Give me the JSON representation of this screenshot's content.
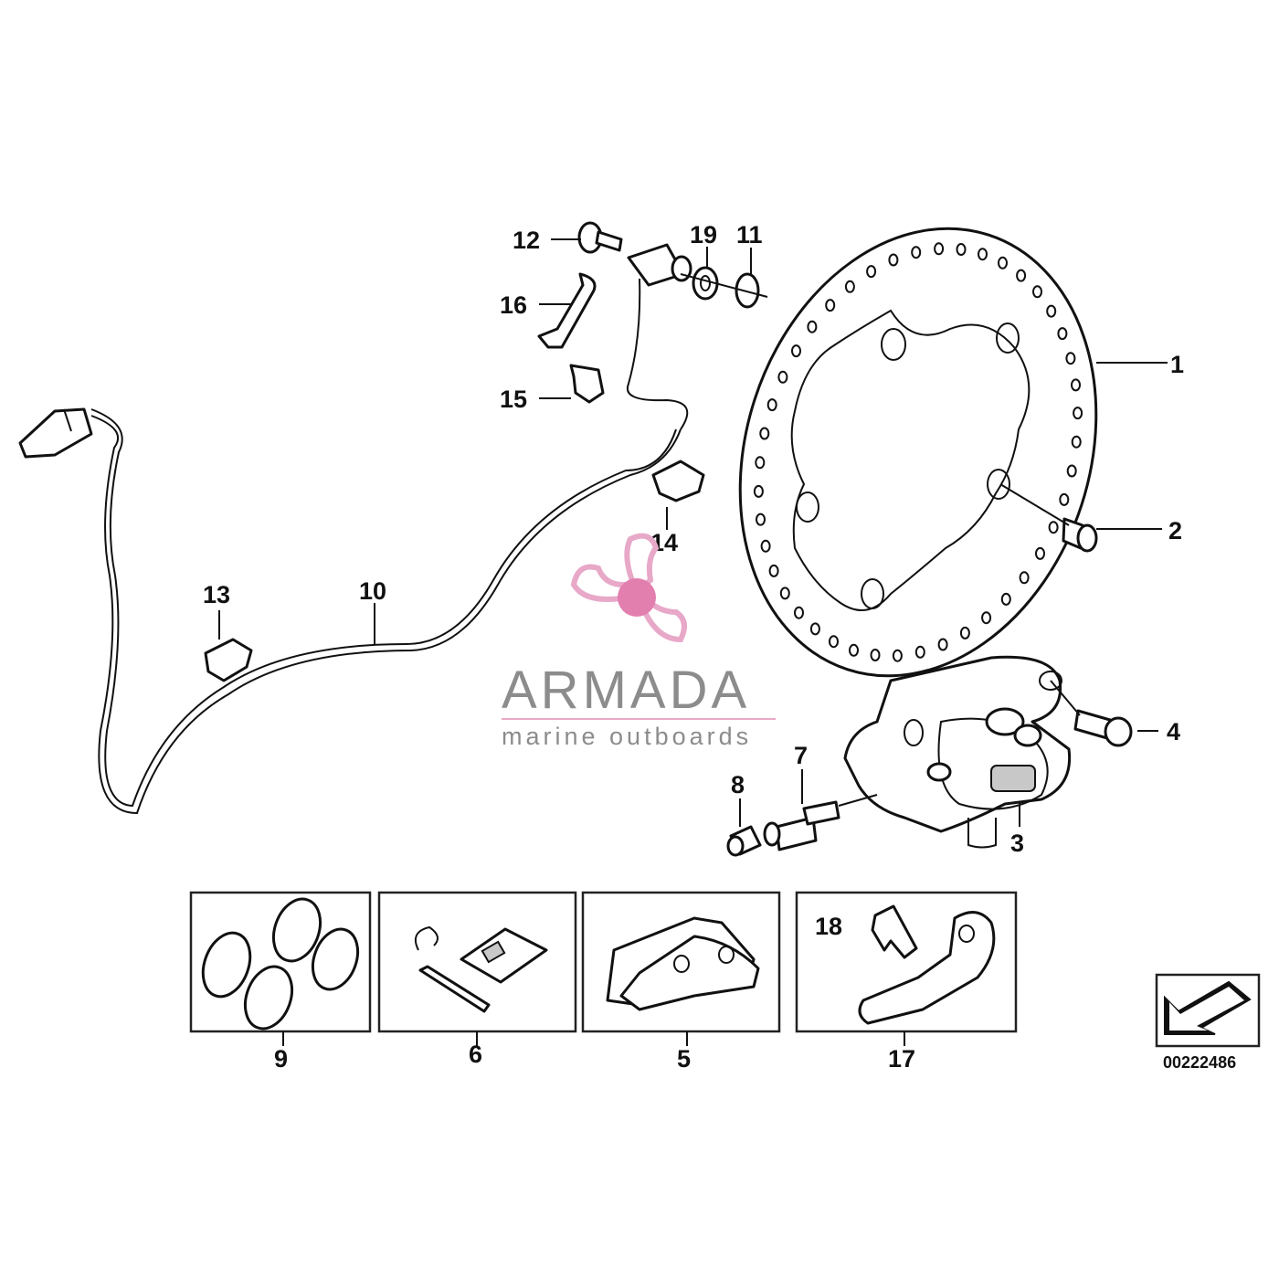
{
  "callouts": {
    "c1": "1",
    "c2": "2",
    "c3": "3",
    "c4": "4",
    "c5": "5",
    "c6": "6",
    "c7": "7",
    "c8": "8",
    "c9": "9",
    "c10": "10",
    "c11": "11",
    "c12": "12",
    "c13": "13",
    "c14": "14",
    "c15": "15",
    "c16": "16",
    "c17": "17",
    "c18": "18",
    "c19": "19"
  },
  "watermark": {
    "title": "ARMADA",
    "subtitle": "marine outboards",
    "logo_color": "#e8a8c8",
    "logo_center_color": "#e27fae",
    "line_color": "#e9a9c6"
  },
  "diagram_id": "00222486",
  "icons": {
    "logo": "propeller-logo-icon",
    "orientation": "direction-arrow-icon"
  }
}
